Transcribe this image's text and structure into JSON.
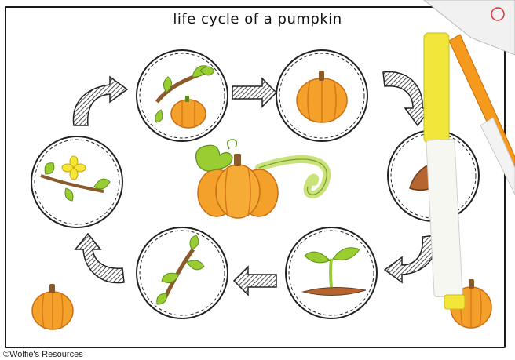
{
  "worksheet": {
    "title": "life cycle of a pumpkin",
    "credit": "©Wolfie's Resources"
  },
  "stages": [
    {
      "id": "vine-flowers-small-pumpkin",
      "icon": "pumpkin-on-vine-icon"
    },
    {
      "id": "orange-pumpkin",
      "icon": "pumpkin-icon"
    },
    {
      "id": "seed",
      "icon": "seed-icon"
    },
    {
      "id": "sprout",
      "icon": "sprout-icon"
    },
    {
      "id": "vine",
      "icon": "vine-icon"
    },
    {
      "id": "flower",
      "icon": "flower-icon"
    }
  ],
  "colors": {
    "pumpkin": "#f3a12a",
    "pumpkin_shade": "#d9781b",
    "leaf": "#9acd32",
    "leaf_dark": "#5a8f1e",
    "stem": "#8b5a2b",
    "seed": "#b5652f",
    "marker_yellow": "#f2e63a",
    "marker_orange": "#f59a1c"
  }
}
